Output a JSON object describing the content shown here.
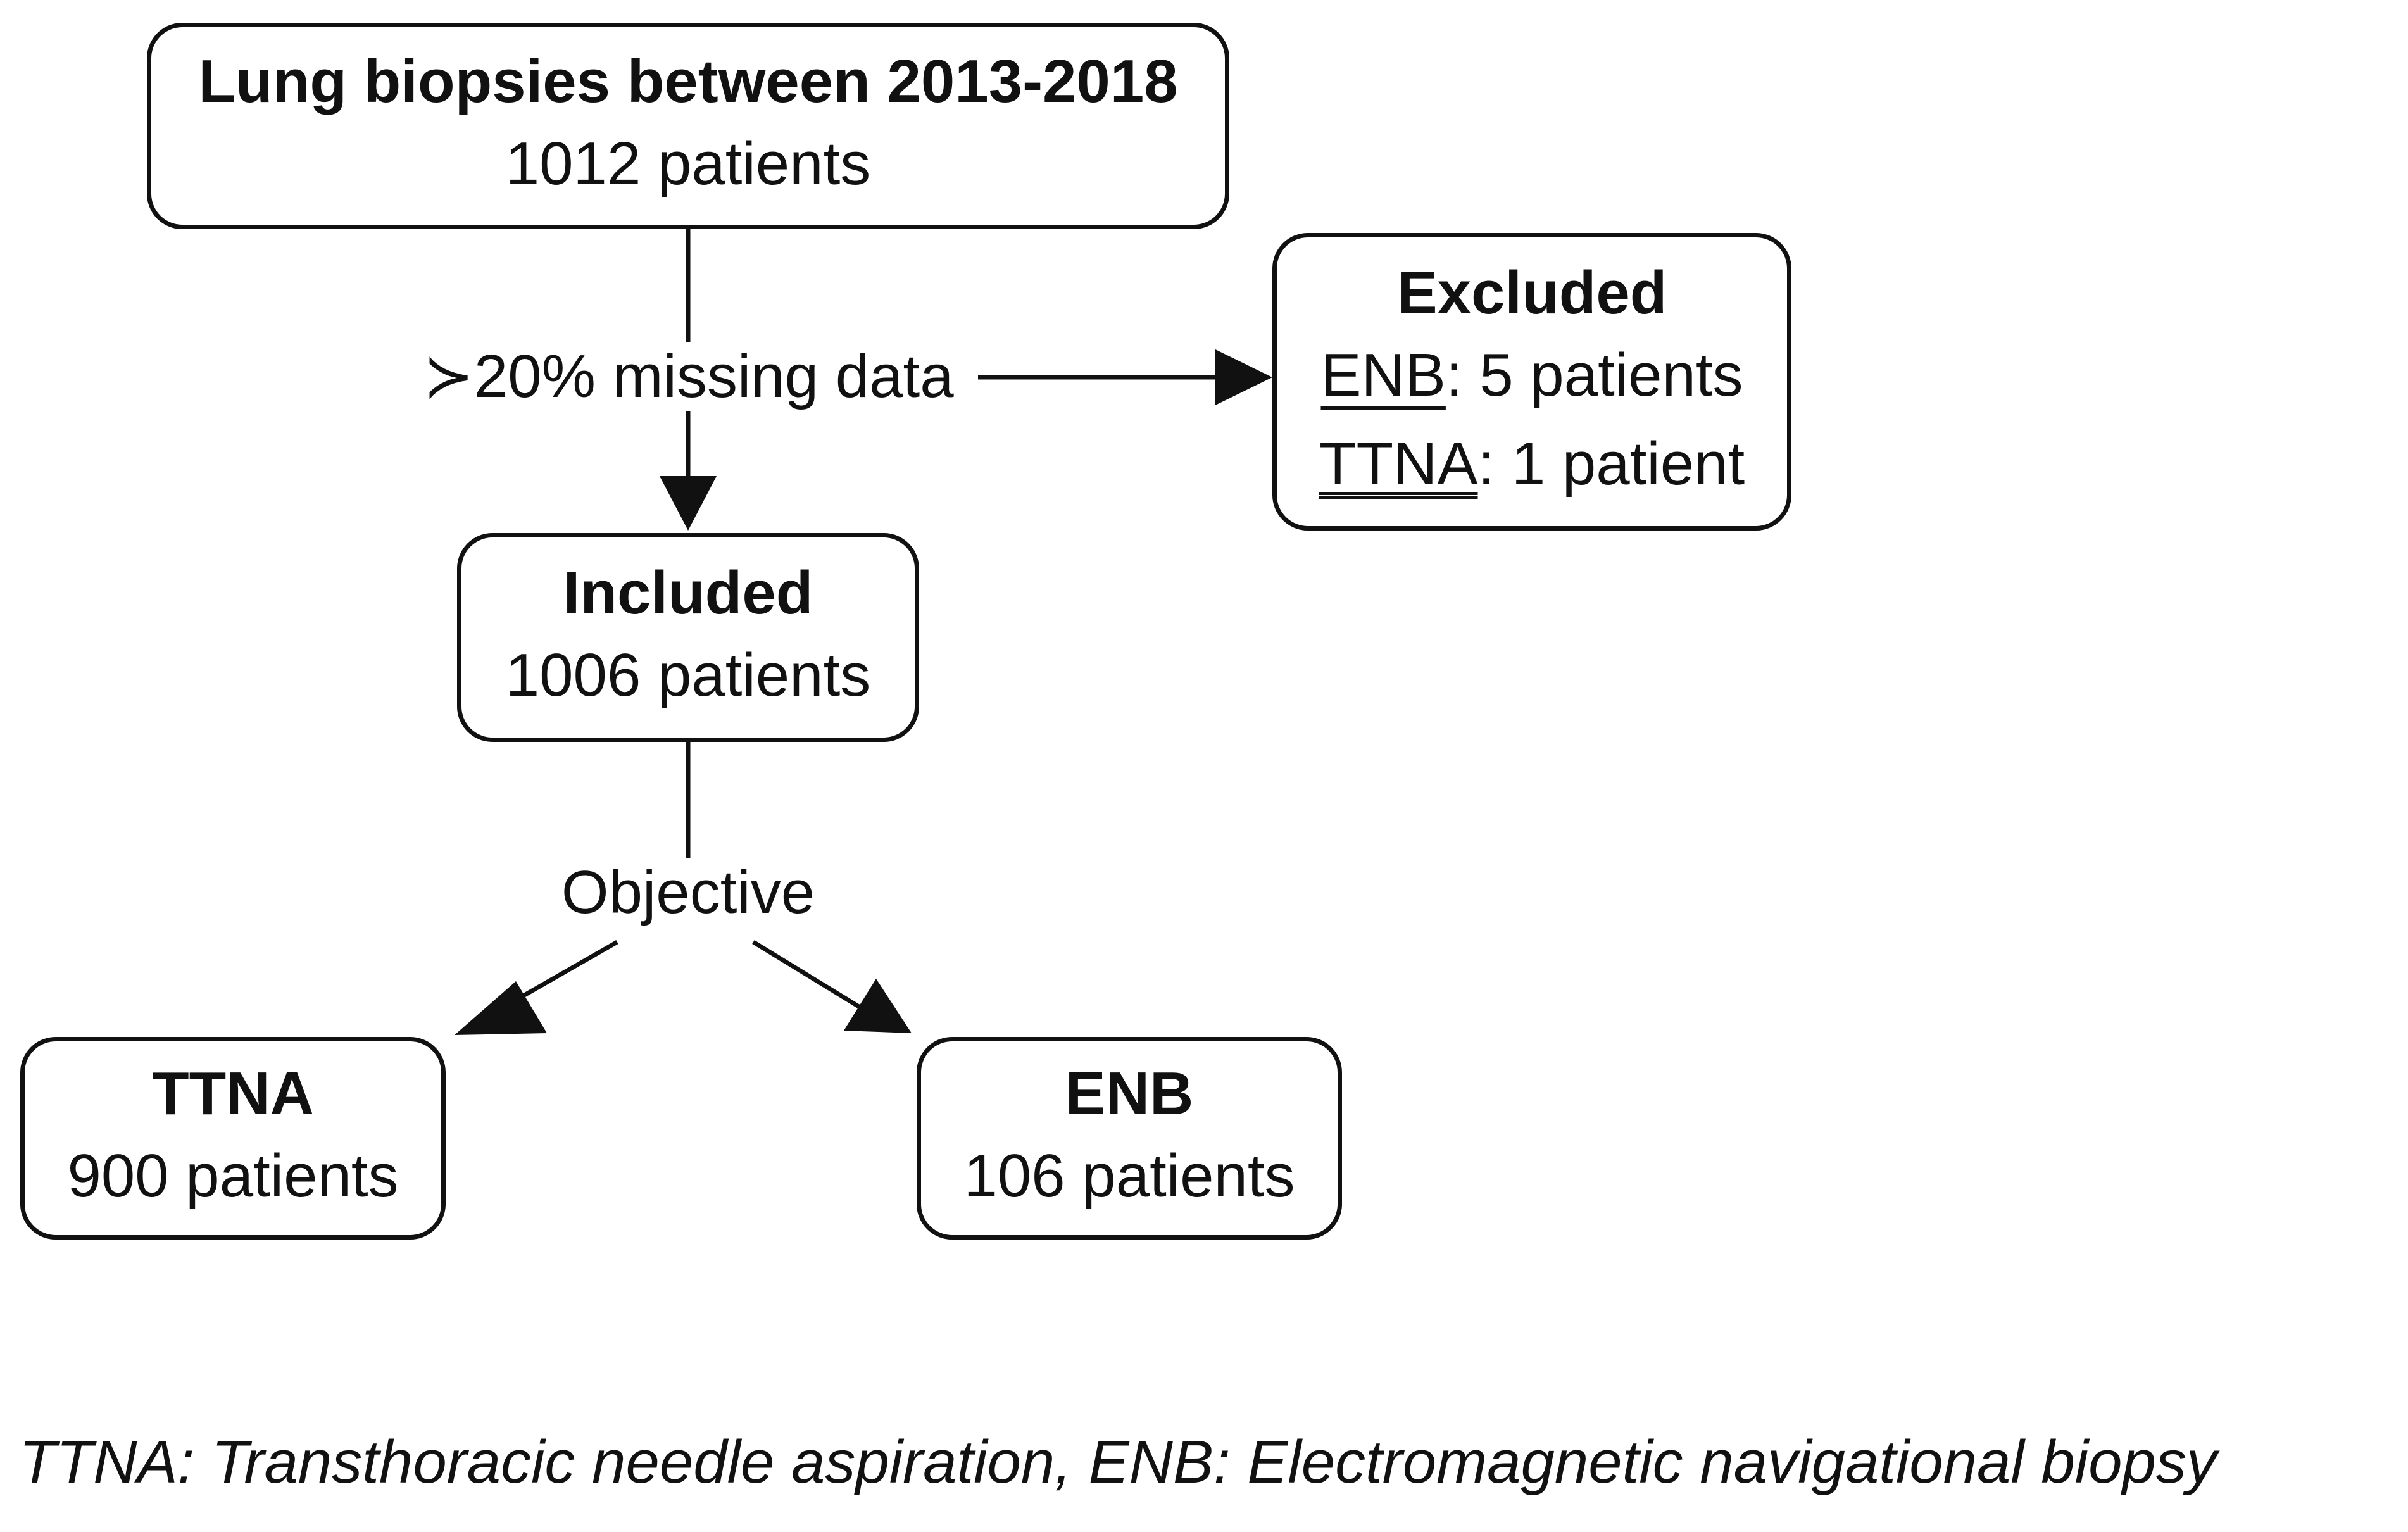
{
  "colors": {
    "stroke": "#111111",
    "background": "#ffffff"
  },
  "nodes": {
    "start": {
      "title": "Lung biopsies between 2013-2018",
      "count": "1012 patients"
    },
    "excluded": {
      "title": "Excluded",
      "lines": [
        {
          "abbr": "ENB",
          "rest": ": 5 patients"
        },
        {
          "abbr": "TTNA",
          "rest": ": 1 patient"
        }
      ]
    },
    "included": {
      "title": "Included",
      "count": "1006 patients"
    },
    "ttna": {
      "title": "TTNA",
      "count": "900 patients"
    },
    "enb": {
      "title": "ENB",
      "count": "106 patients"
    }
  },
  "edges": {
    "exclusion_label": "≻20% missing data",
    "split_label": "Objective"
  },
  "legend": "TTNA: Transthoracic needle aspiration, ENB: Electromagnetic navigational biopsy"
}
